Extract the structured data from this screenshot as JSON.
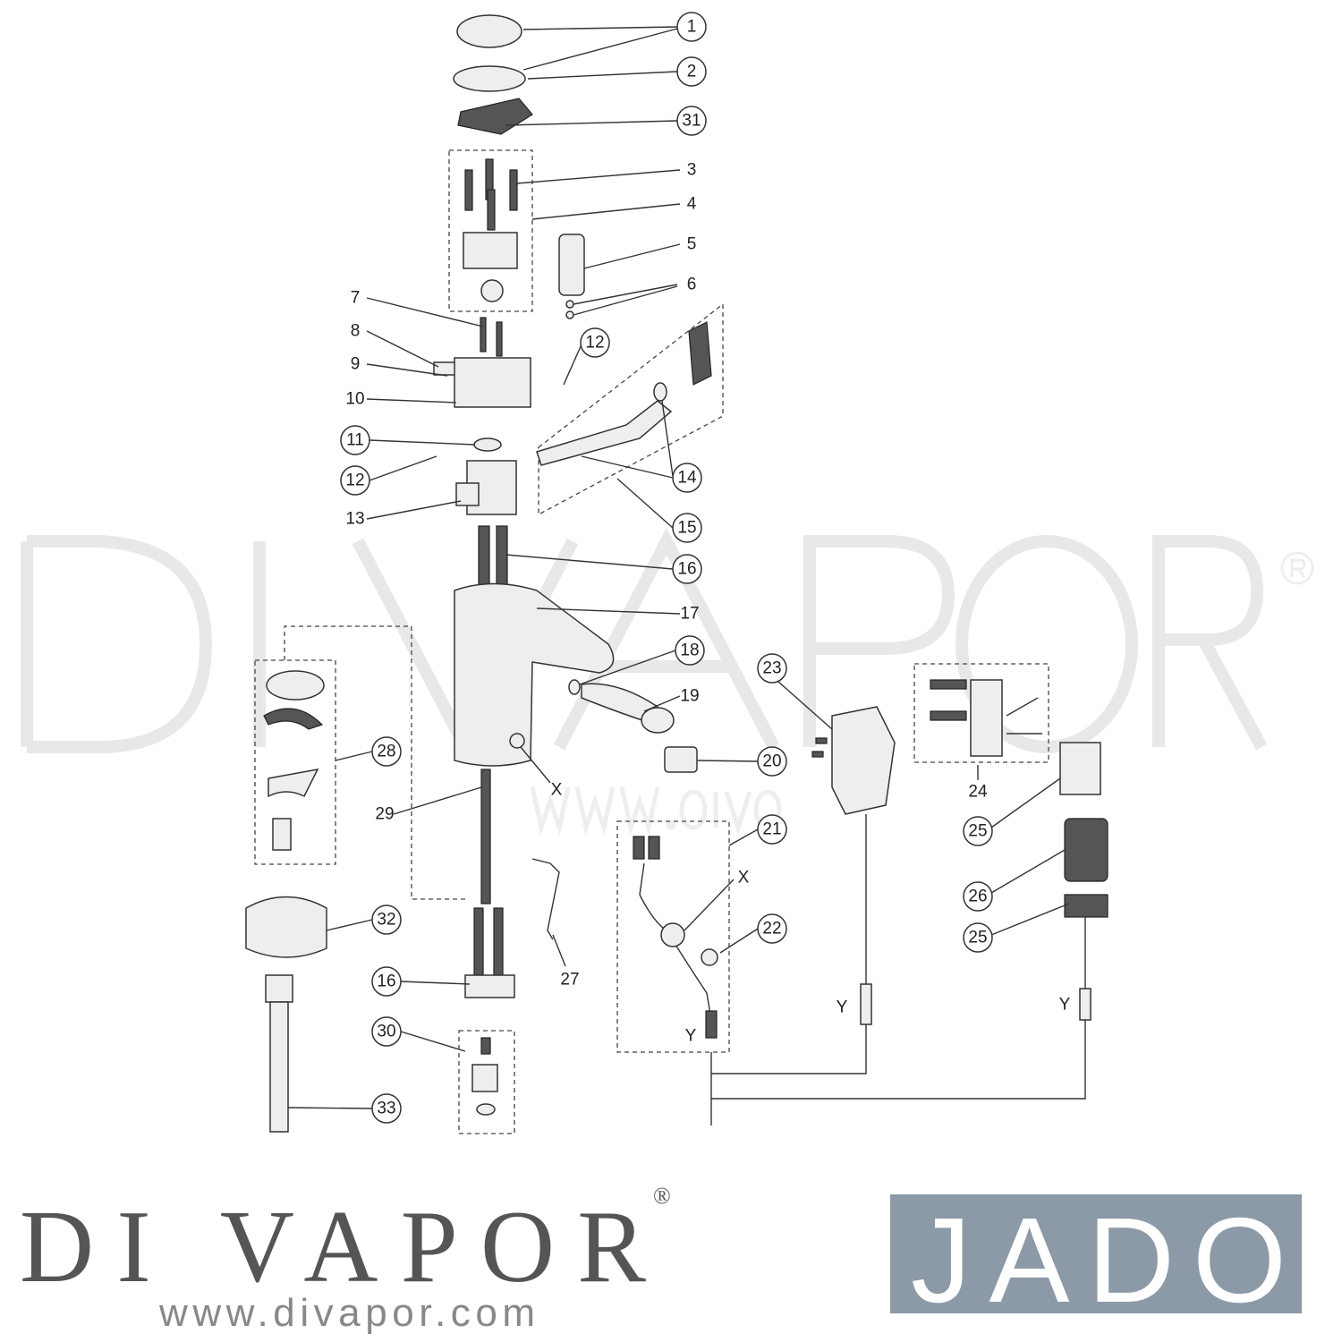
{
  "watermark": {
    "brand": "DI VAPOR",
    "registered": "®",
    "url": "www.divapor.com"
  },
  "callouts": {
    "circled": [
      "1",
      "2",
      "31",
      "11",
      "12",
      "12",
      "14",
      "15",
      "16",
      "18",
      "20",
      "21",
      "22",
      "23",
      "28",
      "32",
      "16",
      "30",
      "33",
      "25",
      "26",
      "25"
    ],
    "plain": [
      "3",
      "4",
      "5",
      "6",
      "7",
      "8",
      "9",
      "10",
      "13",
      "17",
      "19",
      "29",
      "X",
      "27",
      "X",
      "Y",
      "Y",
      "Y",
      "24"
    ]
  },
  "footer": {
    "brand": "DI VAPOR",
    "registered": "®",
    "url": "www.divapor.com",
    "partner_logo": "JADO",
    "partner_color": "#8c99a6"
  }
}
